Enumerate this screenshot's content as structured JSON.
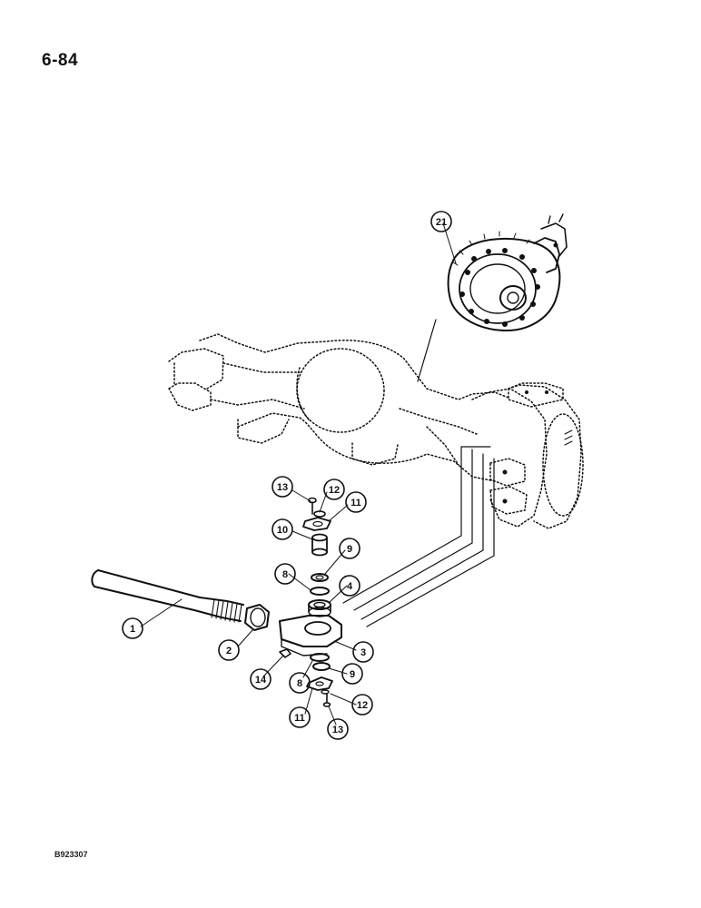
{
  "page": {
    "number": "6-84",
    "figure_code": "B923307"
  },
  "callouts": [
    {
      "id": "c1",
      "label": "1"
    },
    {
      "id": "c2",
      "label": "2"
    },
    {
      "id": "c3",
      "label": "3"
    },
    {
      "id": "c4",
      "label": "4"
    },
    {
      "id": "c8a",
      "label": "8"
    },
    {
      "id": "c8b",
      "label": "8"
    },
    {
      "id": "c9a",
      "label": "9"
    },
    {
      "id": "c9b",
      "label": "9"
    },
    {
      "id": "c10",
      "label": "10"
    },
    {
      "id": "c11a",
      "label": "11"
    },
    {
      "id": "c11b",
      "label": "11"
    },
    {
      "id": "c12a",
      "label": "12"
    },
    {
      "id": "c12b",
      "label": "12"
    },
    {
      "id": "c13a",
      "label": "13"
    },
    {
      "id": "c13b",
      "label": "13"
    },
    {
      "id": "c14",
      "label": "14"
    },
    {
      "id": "c21",
      "label": "21"
    }
  ],
  "colors": {
    "ink": "#111111",
    "paper": "#ffffff"
  }
}
